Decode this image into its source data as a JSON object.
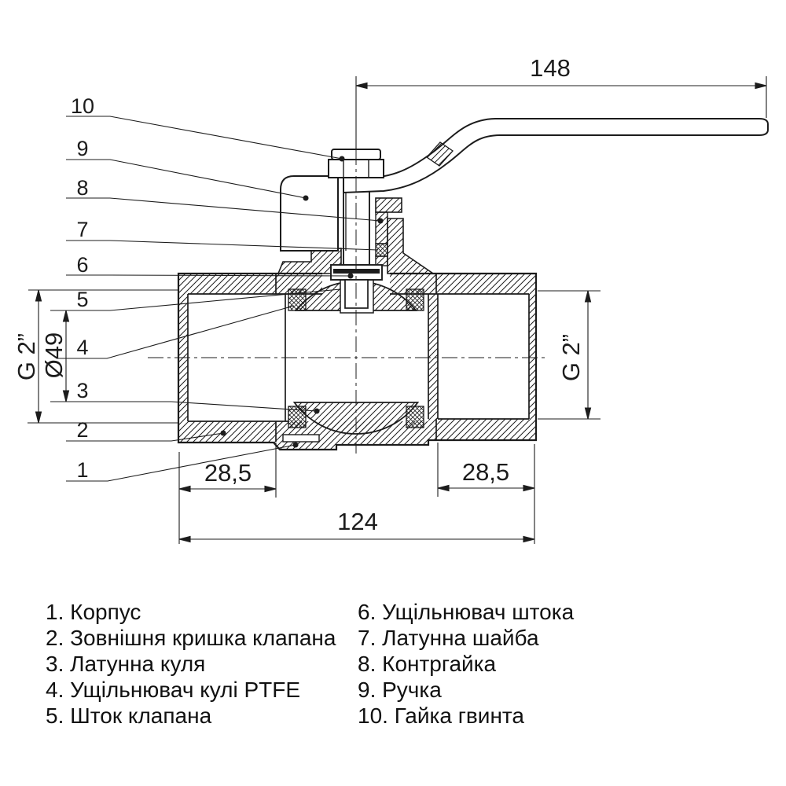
{
  "drawing": {
    "type": "ball-valve-sectional-drawing",
    "dimensions": {
      "handle_length": "148",
      "thread_size_left": "G 2”",
      "bore_diameter": "Ø49",
      "thread_size_right": "G 2”",
      "thread_depth_left": "28,5",
      "thread_depth_right": "28,5",
      "body_length": "124"
    },
    "callouts": {
      "c1": "1",
      "c2": "2",
      "c3": "3",
      "c4": "4",
      "c5": "5",
      "c6": "6",
      "c7": "7",
      "c8": "8",
      "c9": "9",
      "c10": "10"
    },
    "colors": {
      "line": "#1c1c1c",
      "background": "#ffffff"
    }
  },
  "parts_list": {
    "left": [
      "1. Корпус",
      "2. Зовнішня кришка клапана",
      "3. Латунна куля",
      "4. Ущільнювач кулі PTFE",
      "5. Шток клапана"
    ],
    "right": [
      "6. Ущільнювач штока",
      "7. Латунна шайба",
      "8. Контргайка",
      "9. Ручка",
      "10. Гайка гвинта"
    ]
  }
}
